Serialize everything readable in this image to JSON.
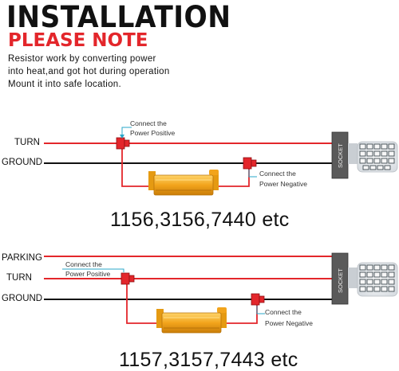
{
  "header": {
    "title": "INSTALLATION",
    "subtitle": "PLEASE NOTE",
    "note_lines": [
      "Resistor work by converting power",
      "into heat,and got hot during operation",
      "Mount it into safe location."
    ]
  },
  "colors": {
    "wire_red": "#e3262b",
    "wire_black": "#111111",
    "resistor_gold": "#f2a41c",
    "socket_gray": "#555555",
    "title": "#111111",
    "accent": "#e3262b"
  },
  "diagram1": {
    "wire_labels": {
      "turn": "TURN",
      "ground": "GROUND"
    },
    "connect_positive": [
      "Connect the",
      "Power Positive"
    ],
    "connect_negative": [
      "Connect the",
      "Power Negative"
    ],
    "socket_label": "SOCKET",
    "caption": "1156,3156,7440 etc"
  },
  "diagram2": {
    "wire_labels": {
      "parking": "PARKING",
      "turn": "TURN",
      "ground": "GROUND"
    },
    "connect_positive": [
      "Connect the",
      "Power Positive"
    ],
    "connect_negative": [
      "Connect the",
      "Power Negative"
    ],
    "socket_label": "SOCKET",
    "caption": "1157,3157,7443 etc"
  }
}
